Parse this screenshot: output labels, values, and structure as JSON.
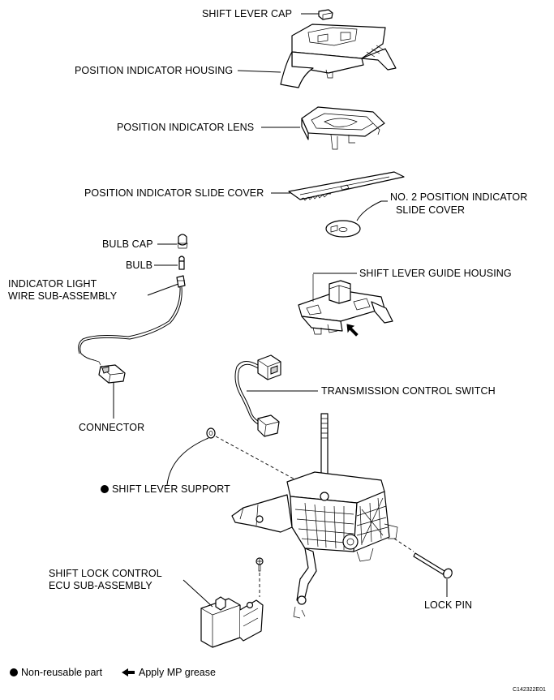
{
  "labels": {
    "shift_lever_cap": "SHIFT LEVER CAP",
    "position_indicator_housing": "POSITION INDICATOR HOUSING",
    "position_indicator_lens": "POSITION INDICATOR LENS",
    "position_indicator_slide_cover": "POSITION INDICATOR SLIDE COVER",
    "no2_slide_cover_line1": "NO. 2 POSITION INDICATOR",
    "no2_slide_cover_line2": "SLIDE COVER",
    "bulb_cap": "BULB CAP",
    "bulb": "BULB",
    "indicator_light_line1": "INDICATOR LIGHT",
    "indicator_light_line2": "WIRE SUB-ASSEMBLY",
    "shift_lever_guide_housing": "SHIFT LEVER GUIDE HOUSING",
    "transmission_control_switch": "TRANSMISSION CONTROL SWITCH",
    "connector": "CONNECTOR",
    "shift_lever_support": "SHIFT LEVER SUPPORT",
    "shift_lock_line1": "SHIFT LOCK CONTROL",
    "shift_lock_line2": "ECU SUB-ASSEMBLY",
    "lock_pin": "LOCK PIN"
  },
  "legend": {
    "non_reusable": "Non-reusable part",
    "apply_grease": "Apply MP grease"
  },
  "figure_code": "C142322E01",
  "icons": {
    "non_reusable": "filled-circle-icon",
    "grease": "arrow-left-icon"
  }
}
